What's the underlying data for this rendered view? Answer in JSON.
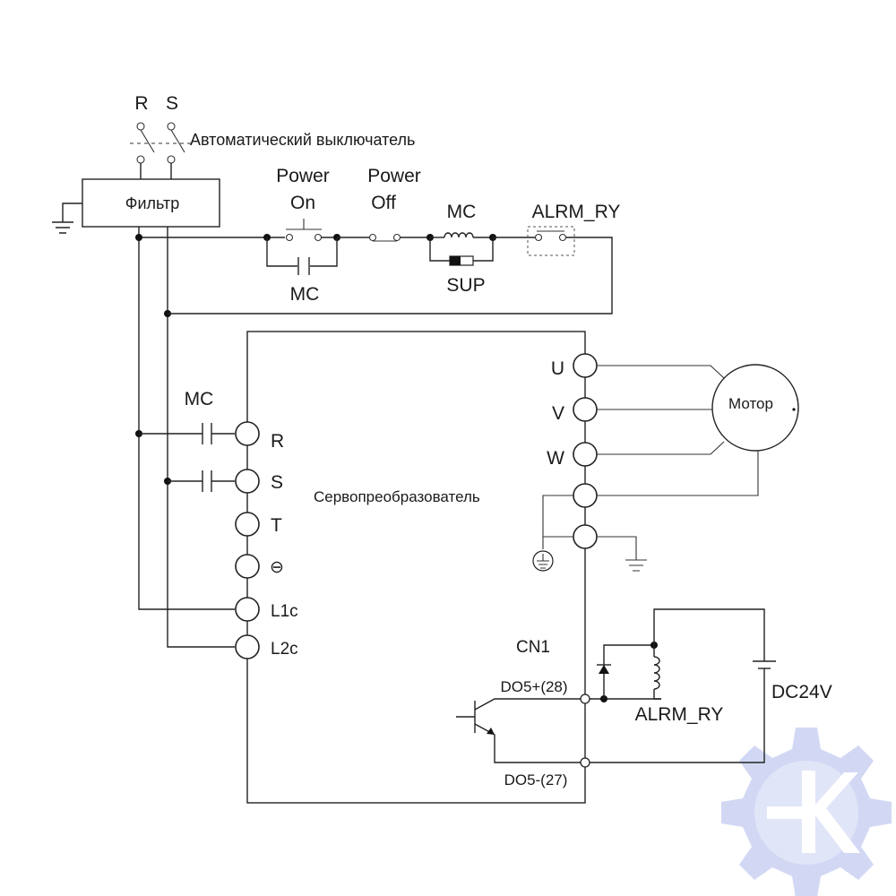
{
  "colors": {
    "wire": "#222222",
    "watermark": "#d2d8f4"
  },
  "labels": {
    "phase_r": "R",
    "phase_s": "S",
    "breaker": "Автоматический выключатель",
    "filter": "Фильтр",
    "power_on_line1": "Power",
    "power_on_line2": "On",
    "power_off_line1": "Power",
    "power_off_line2": "Off",
    "mc_coil": "MC",
    "alrm_ry_contact": "ALRM_RY",
    "mc_holding": "MC",
    "sup": "SUP",
    "mc_main": "MC",
    "drive": "Сервопреобразователь",
    "motor": "Мотор",
    "u": "U",
    "v": "V",
    "w": "W",
    "r": "R",
    "s": "S",
    "t": "T",
    "minus": "⊖",
    "l1c": "L1c",
    "l2c": "L2c",
    "cn1": "CN1",
    "do5_plus": "DO5+(28)",
    "do5_minus": "DO5-(27)",
    "alrm_ry_relay": "ALRM_RY",
    "dc24v": "DC24V"
  },
  "icons": [
    "ground-icon",
    "protective-earth-icon",
    "diode-icon",
    "coil-icon",
    "transistor-icon",
    "gear-logo-icon"
  ]
}
